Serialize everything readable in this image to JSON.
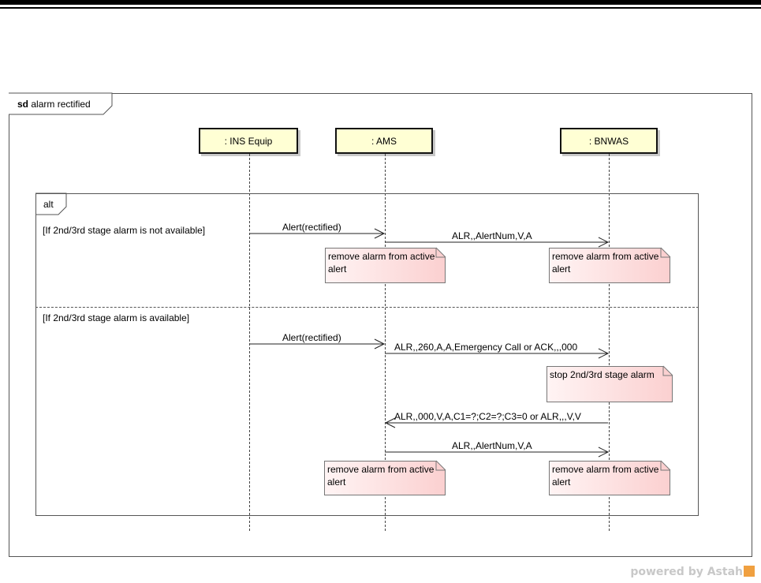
{
  "diagram": {
    "frame_keyword": "sd",
    "frame_name": "alarm rectified",
    "lifelines": {
      "ins": ": INS Equip",
      "ams": ": AMS",
      "bnwas": ": BNWAS"
    },
    "fragment": {
      "operator": "alt",
      "guard1": "[If 2nd/3rd stage alarm is not available]",
      "guard2": "[If 2nd/3rd stage alarm is available]"
    },
    "messages": {
      "m1": "Alert(rectified)",
      "m2": "ALR,,AlertNum,V,A",
      "m3": "Alert(rectified)",
      "m4": "ALR,,260,A,A,Emergency Call or ACK,,,000",
      "m5": "ALR,,000,V,A,C1=?;C2=?;C3=0 or ALR,,,V,V",
      "m6": "ALR,,AlertNum,V,A"
    },
    "notes": {
      "n1": "remove alarm from active alert",
      "n2": "remove alarm from active alert",
      "n3": "stop 2nd/3rd stage alarm",
      "n4": "remove alarm from active alert",
      "n5": "remove alarm from active alert"
    }
  },
  "footer": {
    "powered_by": "powered by Astah"
  }
}
